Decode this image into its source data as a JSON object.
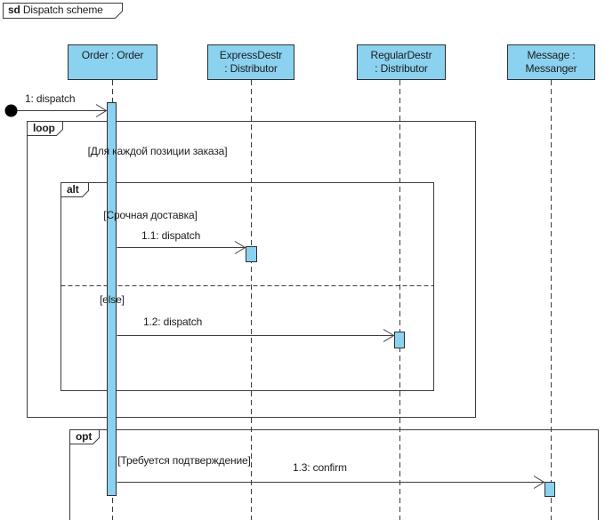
{
  "frame": {
    "keyword": "sd",
    "title": " Dispatch scheme"
  },
  "lifelines": [
    {
      "id": "order",
      "line1": "Order : Order",
      "line2": ""
    },
    {
      "id": "express",
      "line1": "ExpressDestr",
      "line2": ": Distributor"
    },
    {
      "id": "regular",
      "line1": "RegularDestr",
      "line2": ": Distributor"
    },
    {
      "id": "message",
      "line1": "Message :",
      "line2": "Messanger"
    }
  ],
  "messages": {
    "m1": {
      "label": "1: dispatch"
    },
    "m11": {
      "label": "1.1: dispatch"
    },
    "m12": {
      "label": "1.2: dispatch"
    },
    "m13": {
      "label": "1.3: confirm"
    }
  },
  "fragments": {
    "loop": {
      "keyword": "loop",
      "guard": "[Для каждой позиции заказа]"
    },
    "alt": {
      "keyword": "alt",
      "guard_if": "[Срочная доставка]",
      "guard_else": "[else]"
    },
    "opt": {
      "keyword": "opt",
      "guard": "[Требуется подтверждение]"
    }
  },
  "colors": {
    "shape_fill": "#8BD2F0",
    "shape_border": "#2F2F2F",
    "line": "#3C3C3C",
    "text": "#1C1C1C"
  }
}
